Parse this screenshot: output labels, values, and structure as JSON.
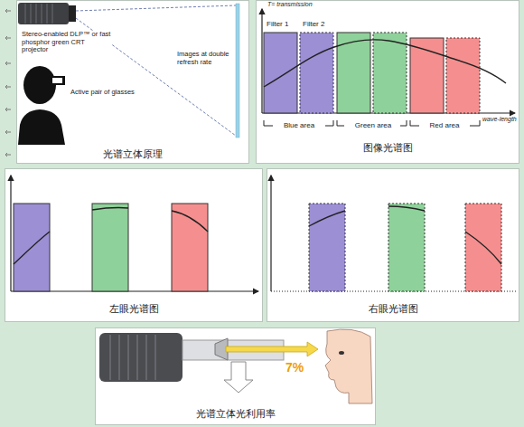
{
  "diagram": {
    "nodes": [
      {
        "text": [
          "光谱立体原理"
        ]
      },
      {
        "text": [
          "图像光谱图"
        ]
      },
      {
        "text": [
          "左眼光谱图"
        ]
      },
      {
        "text": [
          "右眼光谱图"
        ]
      },
      {
        "text": [
          "光谱立体光利用率"
        ]
      }
    ],
    "labels": [
      "Stereo-enabled DLP™ or fast phosphor green CRT projector",
      "Active pair of glasses",
      "Images at double refresh rate",
      "T= transmission",
      "Filter 1",
      "Filter 2",
      "Blue area",
      "Green area",
      "Red area",
      "wave-length",
      "7%"
    ]
  }
}
